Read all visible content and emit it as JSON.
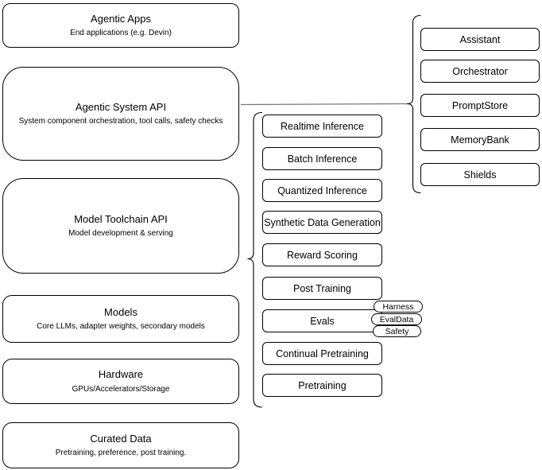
{
  "colors": {
    "background": "#ffffff",
    "node_fill": "#ffffff",
    "node_stroke": "#000000",
    "text": "#000000",
    "connector_line": "#777777"
  },
  "layer_stack": [
    {
      "title": "Agentic Apps",
      "subtitle": "End applications (e.g. Devin)"
    },
    {
      "title": "Agentic System API",
      "subtitle": "System component orchestration, tool calls, safety checks"
    },
    {
      "title": "Model Toolchain API",
      "subtitle": "Model development & serving"
    },
    {
      "title": "Models",
      "subtitle": "Core LLMs, adapter weights, secondary models"
    },
    {
      "title": "Hardware",
      "subtitle": "GPUs/Accelerators/Storage"
    },
    {
      "title": "Curated Data",
      "subtitle": "Pretraining, preference, post training."
    }
  ],
  "toolchain_services": [
    "Realtime Inference",
    "Batch Inference",
    "Quantized Inference",
    "Synthetic Data Generation",
    "Reward Scoring",
    "Post Training",
    "Evals",
    "Continual Pretraining",
    "Pretraining"
  ],
  "evals_tags": [
    "Harness",
    "EvalData",
    "Safety"
  ],
  "system_components": [
    "Assistant",
    "Orchestrator",
    "PromptStore",
    "MemoryBank",
    "Shields"
  ]
}
